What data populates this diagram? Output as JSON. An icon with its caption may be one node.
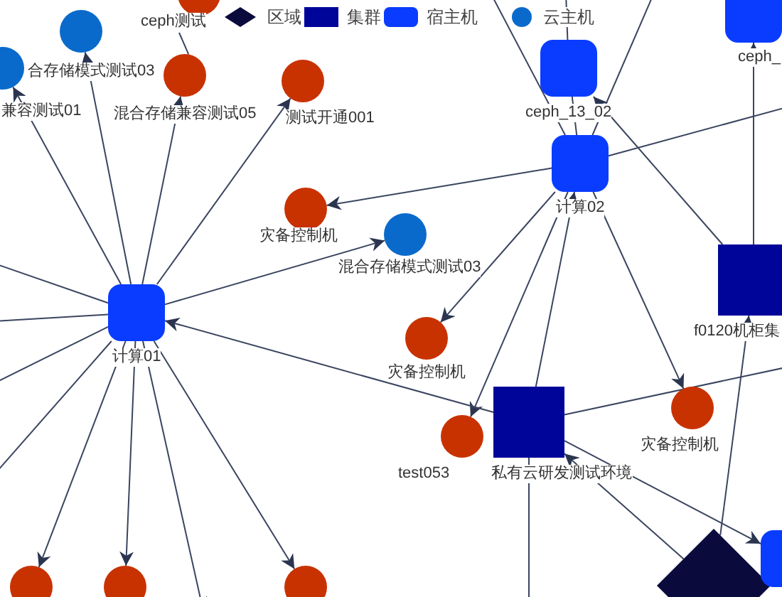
{
  "diagram": {
    "nodes": [
      {
        "text": [
          "ceph测试"
        ]
      },
      {
        "text": [
          "合存储模式测试03"
        ]
      },
      {
        "text": [
          "兼容测试01"
        ]
      },
      {
        "text": [
          "混合存储兼容测试05"
        ]
      },
      {
        "text": [
          "测试开通001"
        ]
      },
      {
        "text": [
          "计算01"
        ]
      },
      {
        "text": [
          "灾备控制机"
        ]
      },
      {
        "text": [
          "混合存储模式测试03"
        ]
      },
      {
        "text": [
          "ceph_13_02"
        ]
      },
      {
        "text": [
          "计算02"
        ]
      },
      {
        "text": [
          "ceph_"
        ]
      },
      {
        "text": [
          "f0120机柜集"
        ]
      },
      {
        "text": [
          "灾备控制机"
        ]
      },
      {
        "text": [
          "私有云研发测试环境"
        ]
      },
      {
        "text": [
          "test053"
        ]
      },
      {
        "text": [
          "灾备控制机"
        ]
      },
      {
        "text": [],
        "shape": "diamond"
      },
      {
        "text": [],
        "shape": "box"
      },
      {
        "text": [],
        "shape": "circle"
      },
      {
        "text": [],
        "shape": "circle"
      },
      {
        "text": [],
        "shape": "circle"
      }
    ],
    "edges": [
      {
        "from": 5,
        "to": 2,
        "arrow": "to"
      },
      {
        "from": 5,
        "to": 1,
        "arrow": "to"
      },
      {
        "from": 5,
        "to": 3,
        "arrow": "to"
      },
      {
        "from": 5,
        "to": 4,
        "arrow": "to"
      },
      {
        "from": 3,
        "to": 0,
        "arrow": "none"
      },
      {
        "from": 5,
        "to": 7,
        "arrow": "to"
      },
      {
        "from": 9,
        "to": 6,
        "arrow": "to"
      },
      {
        "from": 11,
        "to": 8,
        "arrow": "to"
      },
      {
        "from": 9,
        "to": 8,
        "arrow": "none"
      },
      {
        "from": 13,
        "to": 9,
        "arrow": "to"
      },
      {
        "from": 9,
        "to": 12,
        "arrow": "to"
      },
      {
        "from": 9,
        "to": 14,
        "arrow": "to"
      },
      {
        "from": 9,
        "to": 15,
        "arrow": "to"
      },
      {
        "from": 13,
        "to": 5,
        "arrow": "to"
      },
      {
        "from": 16,
        "to": 13,
        "arrow": "to"
      },
      {
        "from": 13,
        "to": 17,
        "arrow": "to"
      },
      {
        "from": 16,
        "to": 11,
        "arrow": "to"
      },
      {
        "from": 11,
        "to": 10,
        "arrow": "to"
      },
      {
        "from": 5,
        "to": 18,
        "arrow": "to"
      },
      {
        "from": 5,
        "to": 19,
        "arrow": "to"
      },
      {
        "from": 5,
        "to": 20,
        "arrow": "to"
      },
      {
        "from": 5,
        "to": null,
        "arrow": "to"
      },
      {
        "from": 5,
        "to": null,
        "arrow": "none"
      },
      {
        "from": 5,
        "to": null,
        "arrow": "none"
      },
      {
        "from": 5,
        "to": null,
        "arrow": "none"
      },
      {
        "from": 5,
        "to": null,
        "arrow": "none"
      },
      {
        "from": 9,
        "to": null,
        "arrow": "none"
      },
      {
        "from": 9,
        "to": null,
        "arrow": "none"
      },
      {
        "from": 9,
        "to": null,
        "arrow": "none"
      },
      {
        "from": 8,
        "to": null,
        "arrow": "none"
      },
      {
        "from": 13,
        "to": null,
        "arrow": "none"
      },
      {
        "from": 13,
        "to": null,
        "arrow": "none"
      }
    ],
    "legend": [
      {
        "text": "区域",
        "color": "#0a0a3c"
      },
      {
        "text": "集群",
        "color": "#00059a"
      },
      {
        "text": "宿主机",
        "color": "#0a3cff"
      },
      {
        "text": "云主机",
        "color": "#0a6acb"
      }
    ]
  }
}
